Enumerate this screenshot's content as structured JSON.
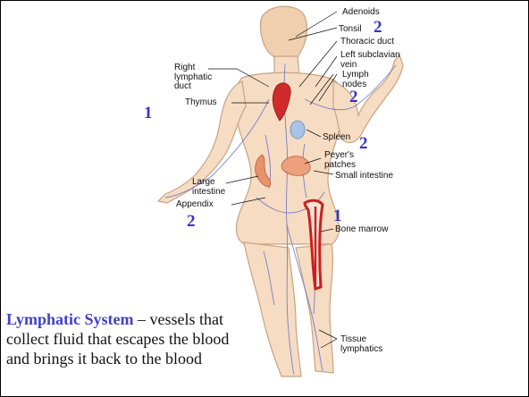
{
  "labels": {
    "adenoids": "Adenoids",
    "tonsil": "Tonsil",
    "thoracic_duct": "Thoracic duct",
    "left_subclavian_vein": "Left subclavian\nvein",
    "lymph_nodes": "Lymph\nnodes",
    "right_lymphatic_duct": "Right\nlymphatic\nduct",
    "thymus": "Thymus",
    "spleen": "Spleen",
    "peyers_patches": "Peyer's\npatches",
    "small_intestine": "Small intestine",
    "large_intestine": "Large\nintestine",
    "appendix": "Appendix",
    "bone_marrow": "Bone marrow",
    "tissue_lymphatics": "Tissue\nlymphatics"
  },
  "numbers": {
    "tonsil": "2",
    "lymph_nodes": "2",
    "thymus": "1",
    "spleen": "2",
    "appendix": "2",
    "bone_marrow": "1"
  },
  "caption": {
    "title": "Lymphatic System",
    "text": " – vessels that collect fluid that escapes the blood and brings it back to the blood"
  },
  "colors": {
    "skin": "#f6dcc2",
    "skin_outline": "#c9a283",
    "vessels": "#6b74c8",
    "bone_marrow": "#cc1f1f",
    "number": "#3333cc"
  }
}
